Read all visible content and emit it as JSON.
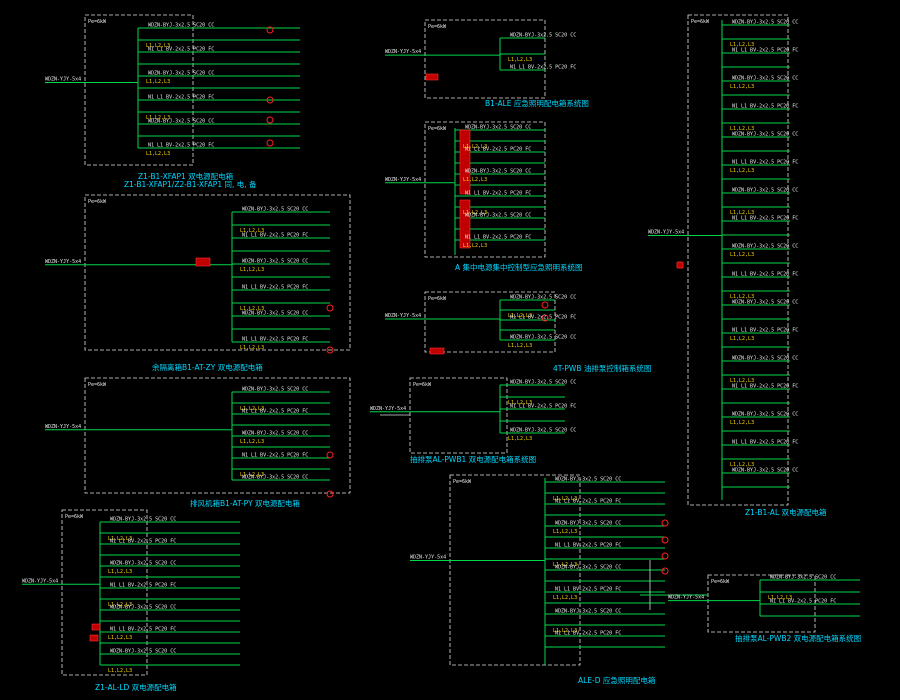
{
  "colors": {
    "background": "#000000",
    "wire": "#00d84a",
    "title": "#00d8ff",
    "text": "#e8e8e8",
    "alarm": "#ff2020",
    "frame": "#e0e0e0"
  },
  "titles": {
    "t1a": "Z1-B1-XFAP1 双电源配电箱",
    "t1b": "Z1-B1-XFAP1/Z2-B1-XFAP1 同, 电, 备",
    "t2": "余隔离箱B1-AT-ZY 双电源配电箱",
    "t3": "排风机箱B1-AT-PY 双电源配电箱",
    "t4": "Z1-AL-LD 双电源配电箱",
    "t5": "B1-ALE 应急照明配电箱系统图",
    "t6": "A 集中电源集中控制型应急照明系统图",
    "t7": "4T-PWB 油排泵控制箱系统图",
    "t8": "抽排泵AL-PWB1 双电源配电箱系统图",
    "t9": "ALE-D 应急照明配电箱",
    "t10": "Z1-B1-AL 双电源配电箱",
    "t11": "抽排泵AL-PWB2 双电源配电箱系统图"
  },
  "labels": {
    "cable": "WDZN-YJY-5x4",
    "branch": "WDZN-BYJ-3x2.5 SC20 CC",
    "breaker": "L1,L2,L3",
    "pe": "Pe=6kW",
    "phase": "N1 L1 BV-2x2.5 PC20 FC"
  }
}
